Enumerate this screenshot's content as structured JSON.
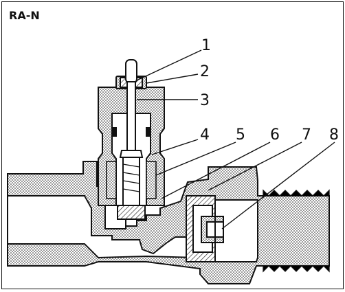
{
  "title": "RA-N",
  "callouts": [
    "1",
    "2",
    "3",
    "4",
    "5",
    "6",
    "7",
    "8"
  ],
  "colors": {
    "ink": "#111111",
    "background": "#ffffff",
    "section_fill": "dotted-stipple"
  }
}
